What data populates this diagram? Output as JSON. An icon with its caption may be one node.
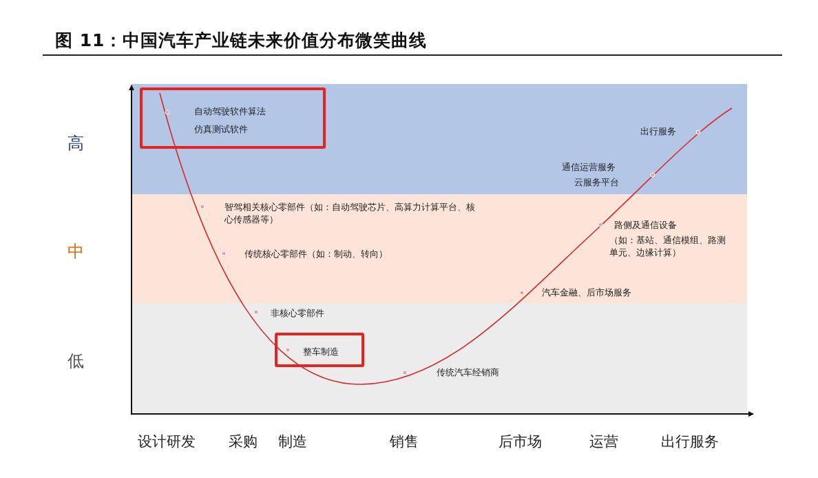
{
  "diagram": {
    "title": "图 11：中国汽车产业链未来价值分布微笑曲线",
    "nodes": [
      {
        "text": [
          "自动驾驶软件算法",
          "仿真测试软件"
        ]
      },
      {
        "text": [
          "整车制造"
        ]
      }
    ],
    "labels": [
      "出行服务",
      "高",
      "通信运营服务",
      "云服务平台",
      "智驾相关核心零部件（如：自动驾驶芯片、高算力计算平台、核心传感器等）",
      "路侧及通信设备",
      "中",
      "传统核心零部件（如：制动、转向）",
      "（如：基站、通信模组、路测单元、边缘计算）",
      "汽车金融、后市场服务",
      "非核心零部件",
      "低",
      "传统汽车经销商",
      "设计研发",
      "采购",
      "制造",
      "销售",
      "后市场",
      "运营",
      "出行服务"
    ]
  }
}
